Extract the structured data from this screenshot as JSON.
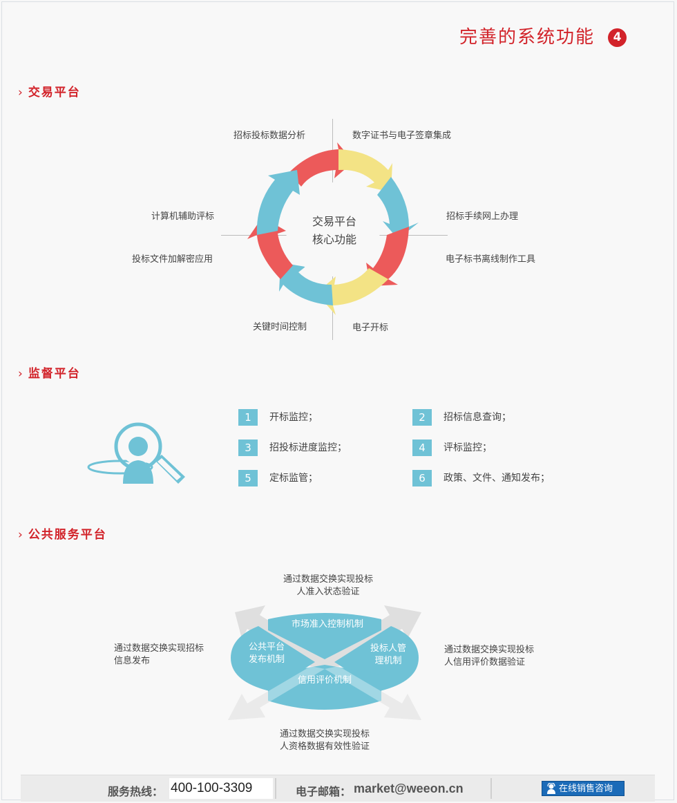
{
  "page": {
    "title": "完善的系统功能",
    "badge": "4"
  },
  "trading": {
    "heading": "交易平台",
    "center_line1": "交易平台",
    "center_line2": "核心功能",
    "labels": {
      "top_left": "招标投标数据分析",
      "top_right": "数字证书与电子签章集成",
      "right_upper": "招标手续网上办理",
      "right_lower": "电子标书离线制作工具",
      "bottom_right": "电子开标",
      "bottom_left": "关键时间控制",
      "left_lower": "投标文件加解密应用",
      "left_upper": "计算机辅助评标"
    },
    "colors": {
      "red": "#ec5a5a",
      "yellow": "#f3e385",
      "blue": "#6fc2d6"
    }
  },
  "supervision": {
    "heading": "监督平台",
    "items": [
      {
        "num": "1",
        "text": "开标监控；"
      },
      {
        "num": "2",
        "text": "招标信息查询；"
      },
      {
        "num": "3",
        "text": "招投标进度监控；"
      },
      {
        "num": "4",
        "text": "评标监控；"
      },
      {
        "num": "5",
        "text": "定标监管；"
      },
      {
        "num": "6",
        "text": "政策、文件、通知发布；"
      }
    ]
  },
  "public_service": {
    "heading": "公共服务平台",
    "segments": {
      "top": "市场准入控制机制",
      "left": "公共平台\n发布机制",
      "right": "投标人管\n理机制",
      "bottom": "信用评价机制"
    },
    "labels": {
      "top": "通过数据交换实现投标\n人准入状态验证",
      "left": "通过数据交换实现招标\n信息发布",
      "right": "通过数据交换实现投标\n人信用评价数据验证",
      "bottom": "通过数据交换实现投标\n人资格数据有效性验证"
    }
  },
  "footer": {
    "hotline_label": "服务热线：",
    "hotline": "400-100-3309",
    "email_label": "电子邮箱：",
    "email": "market@weeon.cn",
    "consult": "在线销售咨询"
  }
}
